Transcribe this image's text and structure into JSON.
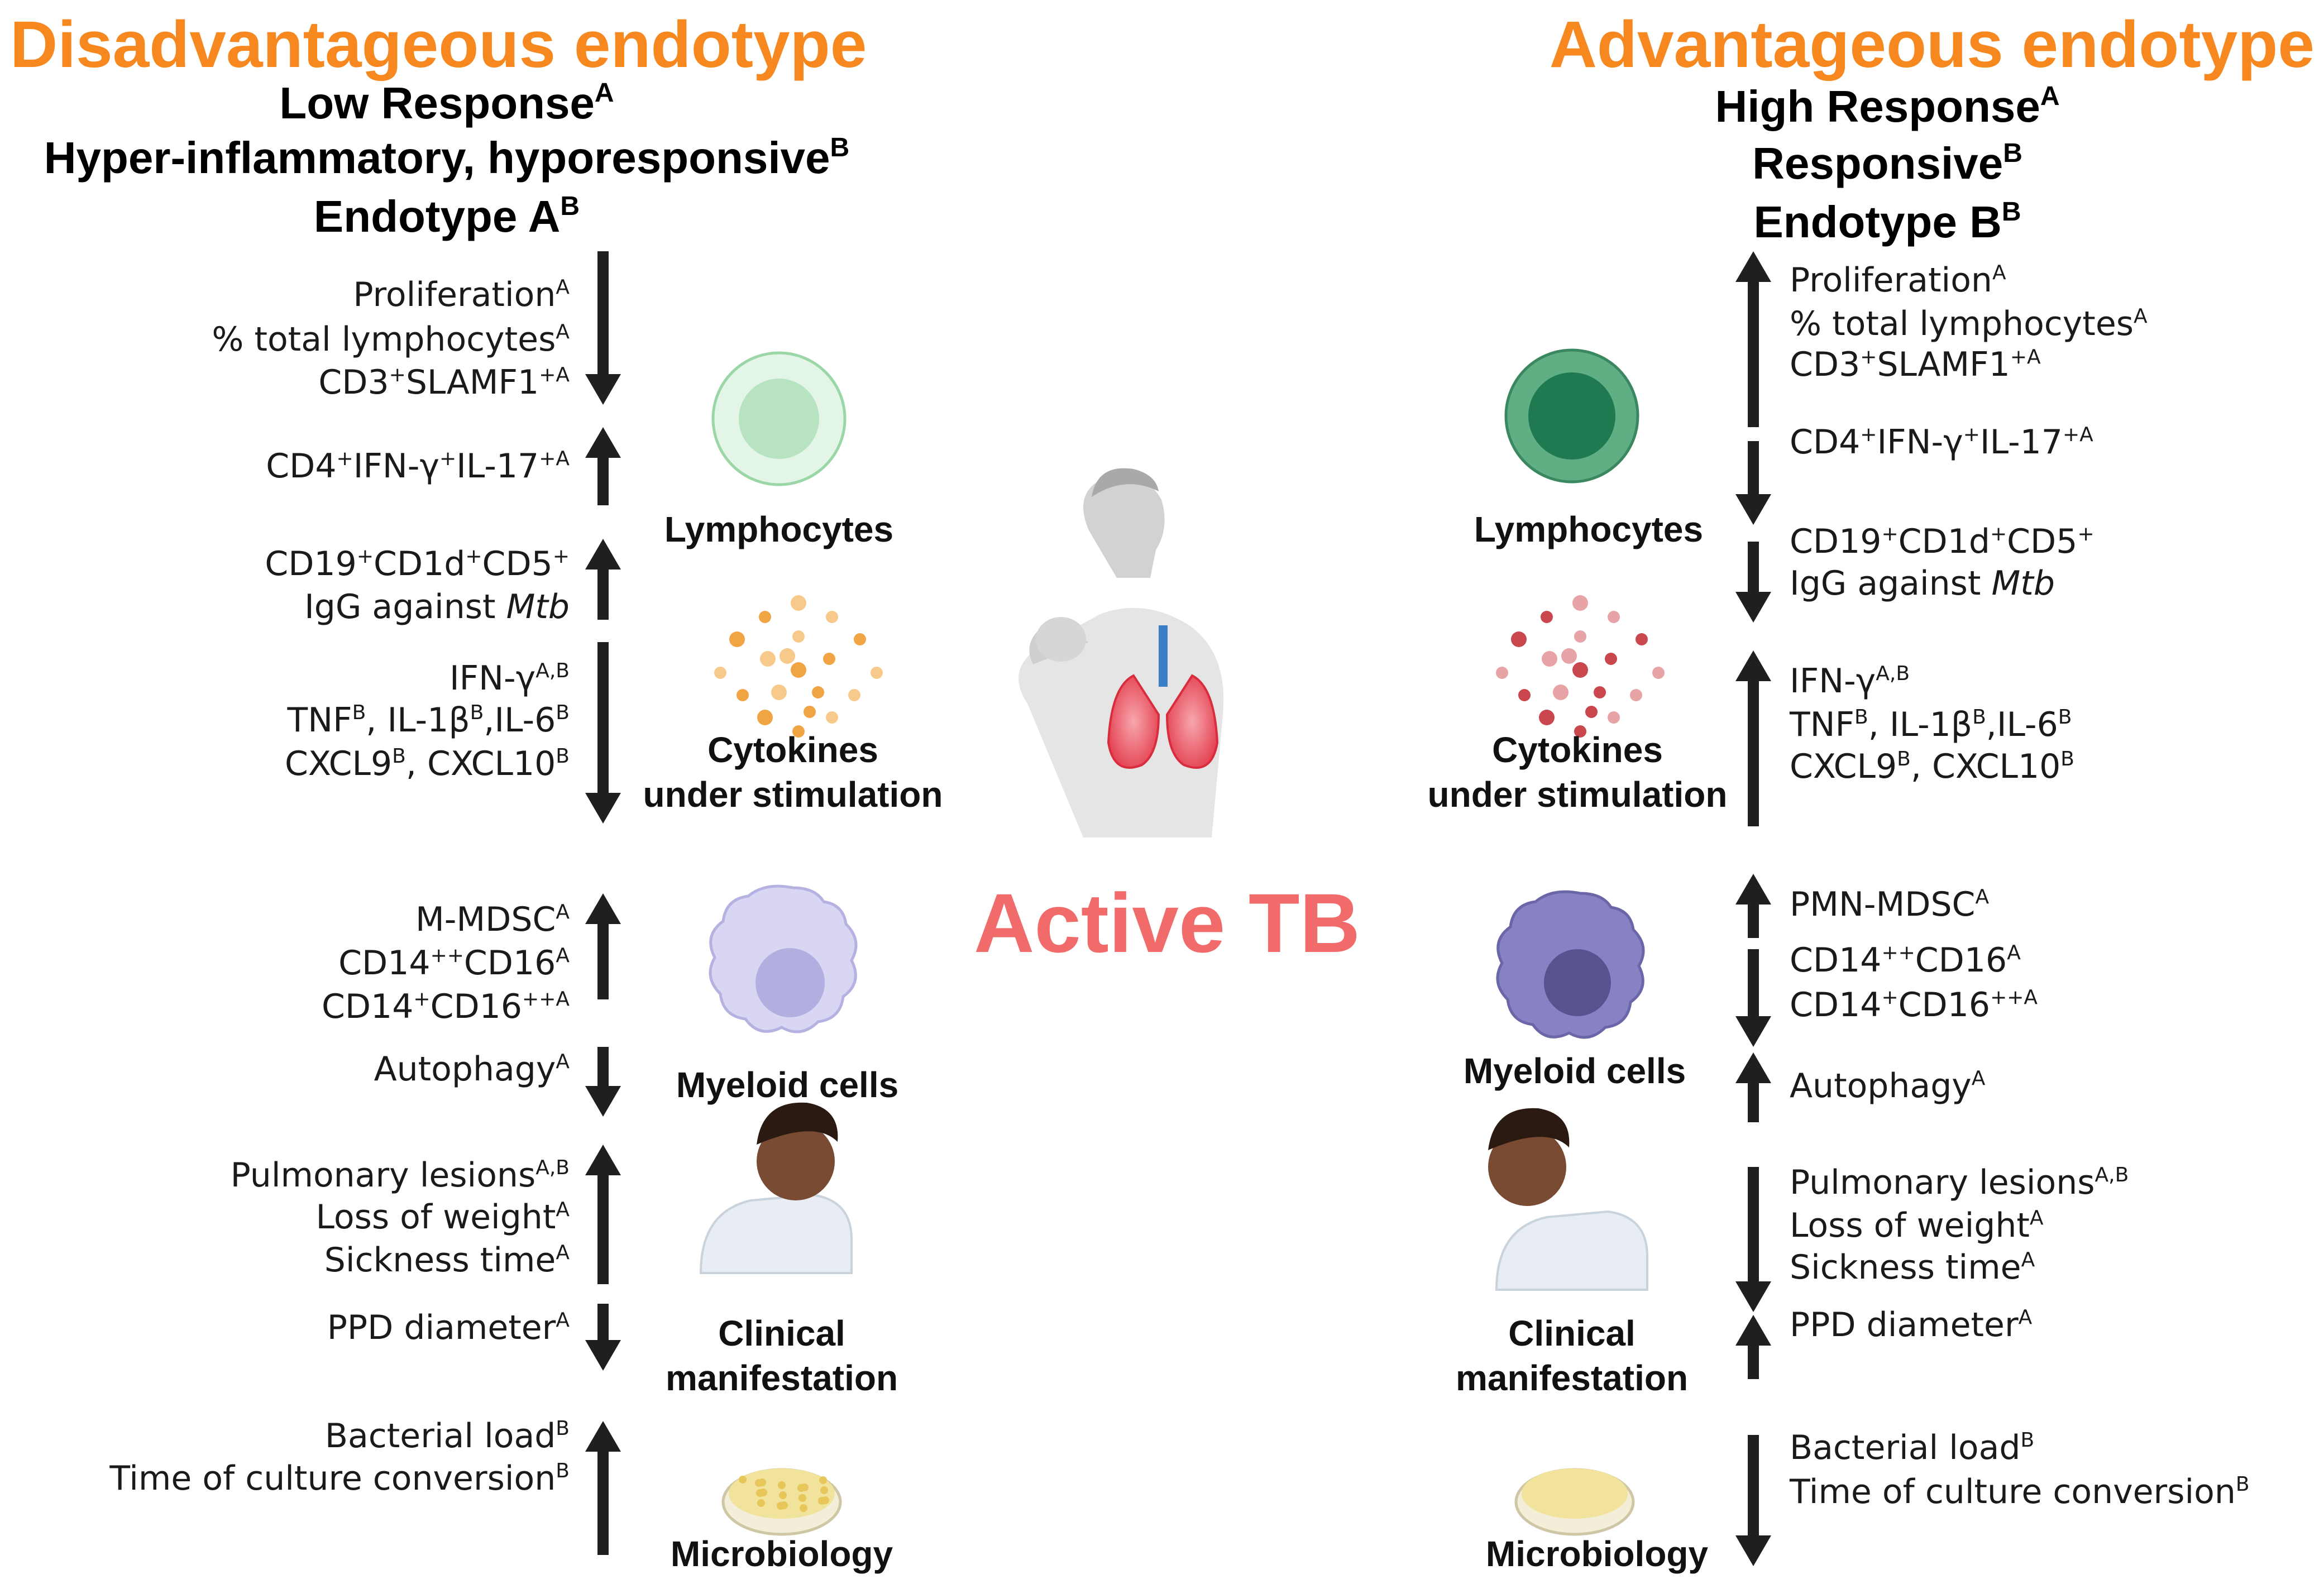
{
  "colors": {
    "title": "#f6881f",
    "center_title": "#f26b6b",
    "arrow": "#1f1f1f",
    "lymph_left": "#c8ebcf",
    "lymph_right": "#3d9a6a",
    "cyto_left": "#f0a443",
    "cyto_right": "#c9474d",
    "myeloid_left": "#c5c2e8",
    "myeloid_right": "#6a66a8"
  },
  "center_title": "Active TB",
  "left": {
    "title": "Disadvantageous endotype",
    "headings": [
      {
        "text": "Low Response",
        "sup": "A"
      },
      {
        "text": "Hyper-inflammatory, hyporesponsive",
        "sup": "B"
      },
      {
        "text": "Endotype A",
        "sup": "B"
      }
    ],
    "categories": {
      "lymphocytes": "Lymphocytes",
      "cytokines_1": "Cytokines",
      "cytokines_2": "under stimulation",
      "myeloid": "Myeloid cells",
      "clinical_1": "Clinical",
      "clinical_2": "manifestation",
      "microbiology": "Microbiology"
    },
    "groups": [
      {
        "direction": "down",
        "lines": [
          [
            "Proliferation",
            "A"
          ],
          [
            "% total lymphocytes",
            "A"
          ],
          [
            "CD3",
            "+",
            "SLAMF1",
            "+A"
          ]
        ]
      },
      {
        "direction": "up",
        "lines": [
          [
            "CD4",
            "+",
            "IFN-γ",
            "+",
            "IL-17",
            "+A"
          ]
        ]
      },
      {
        "direction": "up",
        "lines": [
          [
            "CD19",
            "+",
            "CD1d",
            "+",
            "CD5",
            "+"
          ],
          [
            "IgG against ",
            "",
            "Mtb",
            ""
          ]
        ]
      },
      {
        "direction": "down",
        "lines": [
          [
            "IFN-γ",
            "A,B"
          ],
          [
            "TNF",
            "B",
            ", IL-1β",
            "B",
            ",IL-6",
            "B"
          ],
          [
            "CXCL9",
            "B",
            ", CXCL10",
            "B"
          ]
        ]
      },
      {
        "direction": "up",
        "lines": [
          [
            "M-MDSC",
            "A"
          ],
          [
            "CD14",
            "++",
            "CD16",
            "A"
          ],
          [
            "CD14",
            "+",
            "CD16",
            "++A"
          ]
        ]
      },
      {
        "direction": "down",
        "lines": [
          [
            "Autophagy",
            "A"
          ]
        ]
      },
      {
        "direction": "up",
        "lines": [
          [
            "Pulmonary lesions",
            "A,B"
          ],
          [
            "Loss of weight",
            "A"
          ],
          [
            "Sickness time",
            "A"
          ]
        ]
      },
      {
        "direction": "down",
        "lines": [
          [
            "PPD diameter",
            "A"
          ]
        ]
      },
      {
        "direction": "up",
        "lines": [
          [
            "Bacterial load",
            "B"
          ],
          [
            "Time of culture conversion",
            "B"
          ]
        ]
      }
    ]
  },
  "right": {
    "title": "Advantageous endotype",
    "headings": [
      {
        "text": "High Response",
        "sup": "A"
      },
      {
        "text": "Responsive",
        "sup": "B"
      },
      {
        "text": "Endotype B",
        "sup": "B"
      }
    ],
    "categories": {
      "lymphocytes": "Lymphocytes",
      "cytokines_1": "Cytokines",
      "cytokines_2": "under stimulation",
      "myeloid": "Myeloid cells",
      "clinical_1": "Clinical",
      "clinical_2": "manifestation",
      "microbiology": "Microbiology"
    },
    "groups": [
      {
        "direction": "up",
        "lines": [
          [
            "Proliferation",
            "A"
          ],
          [
            "% total lymphocytes",
            "A"
          ],
          [
            "CD3",
            "+",
            "SLAMF1",
            "+A"
          ]
        ]
      },
      {
        "direction": "down",
        "lines": [
          [
            "CD4",
            "+",
            "IFN-γ",
            "+",
            "IL-17",
            "+A"
          ]
        ]
      },
      {
        "direction": "down",
        "lines": [
          [
            "CD19",
            "+",
            "CD1d",
            "+",
            "CD5",
            "+"
          ],
          [
            "IgG against ",
            "",
            "Mtb",
            ""
          ]
        ]
      },
      {
        "direction": "up",
        "lines": [
          [
            "IFN-γ",
            "A,B"
          ],
          [
            "TNF",
            "B",
            ", IL-1β",
            "B",
            ",IL-6",
            "B"
          ],
          [
            "CXCL9",
            "B",
            ", CXCL10",
            "B"
          ]
        ]
      },
      {
        "direction": "up",
        "lines": [
          [
            "PMN-MDSC",
            "A"
          ]
        ]
      },
      {
        "direction": "down",
        "lines": [
          [
            "CD14",
            "++",
            "CD16",
            "A"
          ],
          [
            "CD14",
            "+",
            "CD16",
            "++A"
          ]
        ]
      },
      {
        "direction": "up",
        "lines": [
          [
            "Autophagy",
            "A"
          ]
        ]
      },
      {
        "direction": "down",
        "lines": [
          [
            "Pulmonary lesions",
            "A,B"
          ],
          [
            "Loss of weight",
            "A"
          ],
          [
            "Sickness time",
            "A"
          ]
        ]
      },
      {
        "direction": "up",
        "lines": [
          [
            "PPD diameter",
            "A"
          ]
        ]
      },
      {
        "direction": "down",
        "lines": [
          [
            "Bacterial load",
            "B"
          ],
          [
            "Time of culture conversion",
            "B"
          ]
        ]
      }
    ]
  },
  "icons": {
    "lymphocyte": "lymphocyte-cell-icon",
    "cytokine": "cytokine-dots-icon",
    "myeloid": "myeloid-cell-icon",
    "patient": "sick-patient-icon",
    "petri": "petri-dish-icon",
    "coughing_man": "coughing-man-lungs-icon"
  }
}
